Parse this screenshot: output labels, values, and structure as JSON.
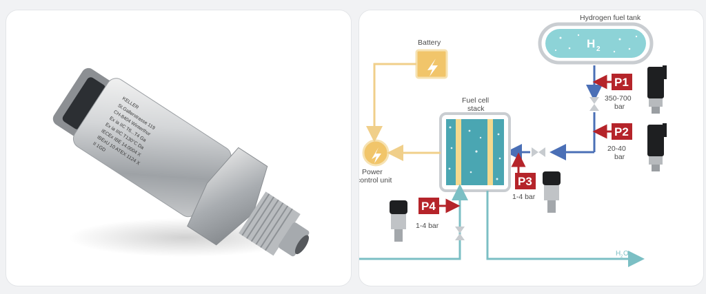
{
  "sensor_engraving": {
    "brand": "KELLER",
    "lines": [
      "St.Gallerstrasse 119",
      "CH-8404 Winterthur",
      "Ex ia IIC T6...T4 Ga",
      "Ex ia IIIC T130°C Da",
      "IECEx IBE 14.0004 X",
      "IBExU 10 ATEX 1124 X",
      "II 1GD"
    ]
  },
  "diagram": {
    "battery_label": "Battery",
    "tank_label": "Hydrogen fuel tank",
    "tank_gas": "H",
    "tank_gas_sub": "2",
    "stack_label_1": "Fuel cell",
    "stack_label_2": "stack",
    "power_label_1": "Power",
    "power_label_2": "control unit",
    "water_label": "H",
    "water_sub": "2",
    "water_tail": "O",
    "sensors": [
      {
        "id": "P1",
        "range_1": "350-700",
        "range_2": "bar"
      },
      {
        "id": "P2",
        "range_1": "20-40",
        "range_2": "bar"
      },
      {
        "id": "P3",
        "range_1": "1-4 bar",
        "range_2": ""
      },
      {
        "id": "P4",
        "range_1": "1-4 bar",
        "range_2": ""
      }
    ],
    "colors": {
      "hydrogen_line": "#4a6fb6",
      "power_line": "#f0cf8a",
      "water_line": "#7bbfc4",
      "label_box": "#b5242a",
      "tank_fill": "#8dd3d7",
      "stack_fill": "#4aa6b2"
    }
  }
}
